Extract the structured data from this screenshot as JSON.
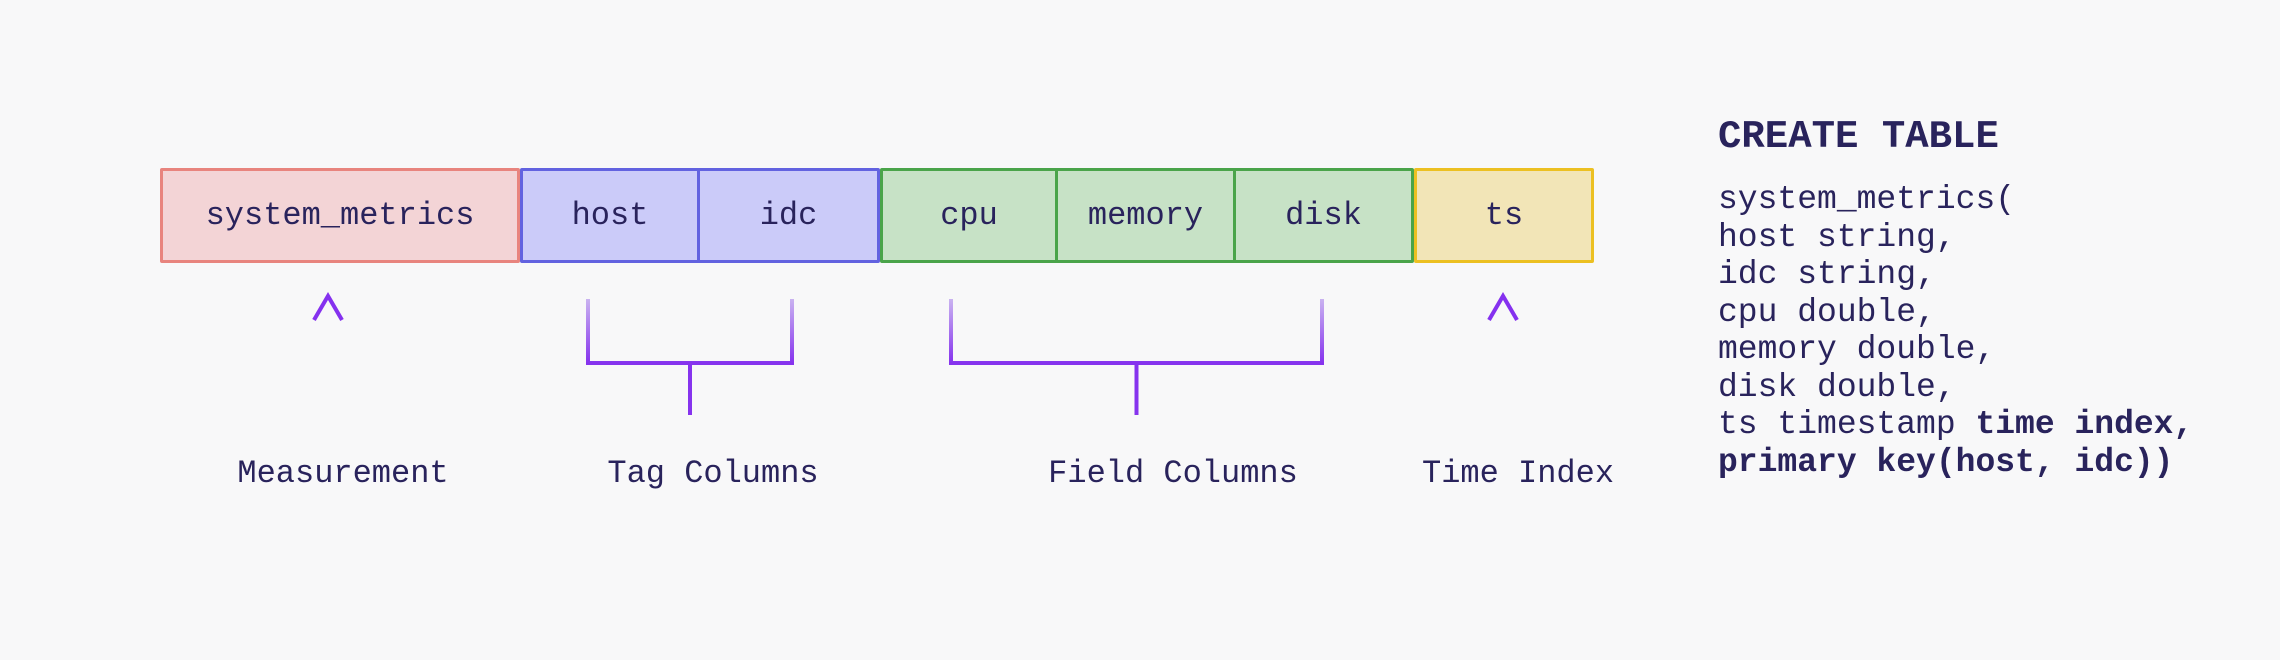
{
  "diagram": {
    "cells": [
      {
        "label": "system_metrics",
        "type": "measurement"
      },
      {
        "label": "host",
        "type": "tag"
      },
      {
        "label": "idc",
        "type": "tag"
      },
      {
        "label": "cpu",
        "type": "field"
      },
      {
        "label": "memory",
        "type": "field"
      },
      {
        "label": "disk",
        "type": "field"
      },
      {
        "label": "ts",
        "type": "time"
      }
    ],
    "annotations": {
      "measurement": "Measurement",
      "tags": "Tag Columns",
      "fields": "Field Columns",
      "time": "Time Index"
    }
  },
  "code": {
    "heading": "CREATE TABLE",
    "lines": [
      {
        "text": "system_metrics(",
        "bold": ""
      },
      {
        "text": "host string,",
        "bold": ""
      },
      {
        "text": "idc string,",
        "bold": ""
      },
      {
        "text": "cpu double,",
        "bold": ""
      },
      {
        "text": "memory double,",
        "bold": ""
      },
      {
        "text": "disk double,",
        "bold": ""
      },
      {
        "text": "ts timestamp ",
        "bold": "time index,"
      },
      {
        "text": "",
        "bold": "primary key(host, idc))"
      }
    ]
  },
  "colors": {
    "background": "#f8f8f9",
    "text": "#29235c",
    "measurement_fill": "#f3d4d6",
    "measurement_border": "#e8847e",
    "tag_fill": "#cbcbf9",
    "tag_border": "#6262e0",
    "field_fill": "#c7e2c6",
    "field_border": "#4aa44a",
    "time_fill": "#f2e5b7",
    "time_border": "#ecc022",
    "accent_purple": "#8633ee"
  }
}
